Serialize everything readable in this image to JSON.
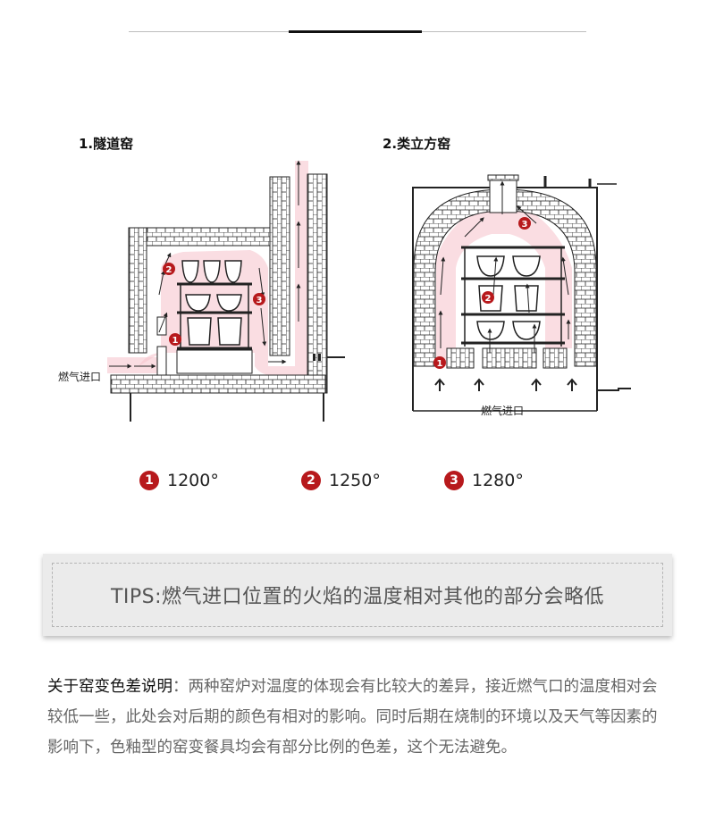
{
  "kilns": [
    {
      "title": "1.隧道窑",
      "inlet_label": "燃气进口"
    },
    {
      "title": "2.类立方窑",
      "inlet_label": "燃气进口"
    }
  ],
  "legend": [
    {
      "num": "1",
      "temp": "1200°"
    },
    {
      "num": "2",
      "temp": "1250°"
    },
    {
      "num": "3",
      "temp": "1280°"
    }
  ],
  "tips": "TIPS:燃气进口位置的火焰的温度相对其他的部分会略低",
  "note": {
    "lead": "关于窑变色差说明",
    "body": "：两种窑炉对温度的体现会有比较大的差异，接近燃气口的温度相对会较低一些，此处会对后期的颜色有相对的影响。同时后期在烧制的环境以及天气等因素的影响下，色釉型的窑变餐具均会有部分比例的色差，这个无法避免。"
  },
  "colors": {
    "marker": "#b7191c",
    "heat": "#f7c6cf",
    "line": "#222222"
  }
}
